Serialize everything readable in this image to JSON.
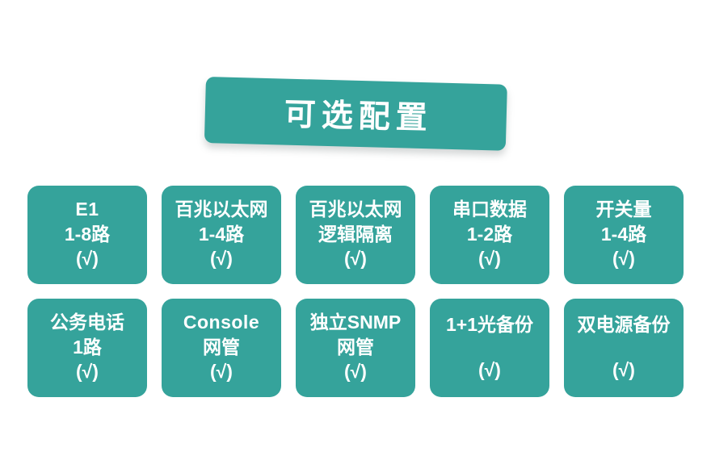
{
  "page": {
    "background_color": "#ffffff",
    "accent_color": "#35A39B",
    "text_color": "#ffffff"
  },
  "banner": {
    "title": "可选配置"
  },
  "grid": {
    "check_mark": "(√)",
    "rows": [
      {
        "cards": [
          {
            "lines": [
              "E1",
              "1-8路"
            ],
            "check": "(√)",
            "layout": "three-line"
          },
          {
            "lines": [
              "百兆以太网",
              "1-4路"
            ],
            "check": "(√)",
            "layout": "three-line"
          },
          {
            "lines": [
              "百兆以太网",
              "逻辑隔离"
            ],
            "check": "(√)",
            "layout": "three-line"
          },
          {
            "lines": [
              "串口数据",
              "1-2路"
            ],
            "check": "(√)",
            "layout": "three-line"
          },
          {
            "lines": [
              "开关量",
              "1-4路"
            ],
            "check": "(√)",
            "layout": "three-line"
          }
        ]
      },
      {
        "cards": [
          {
            "lines": [
              "公务电话",
              "1路"
            ],
            "check": "(√)",
            "layout": "three-line"
          },
          {
            "lines": [
              "Console",
              "网管"
            ],
            "check": "(√)",
            "layout": "three-line"
          },
          {
            "lines": [
              "独立SNMP",
              "网管"
            ],
            "check": "(√)",
            "layout": "three-line"
          },
          {
            "lines": [
              "1+1光备份"
            ],
            "check": "(√)",
            "layout": "two-line"
          },
          {
            "lines": [
              "双电源备份"
            ],
            "check": "(√)",
            "layout": "two-line"
          }
        ]
      }
    ]
  }
}
